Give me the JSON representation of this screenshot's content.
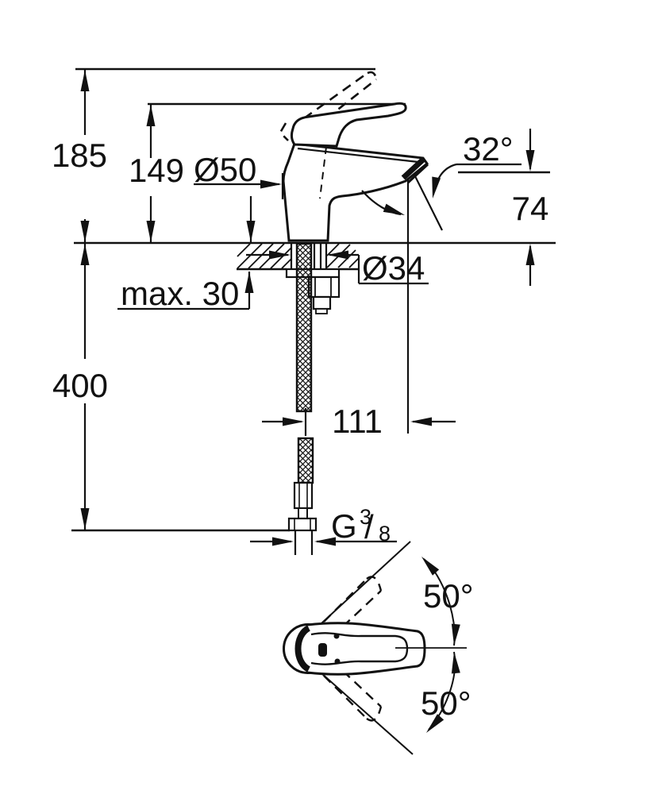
{
  "drawing": {
    "background": "#ffffff",
    "line_color": "#111111",
    "view": "single-lever basin mixer dimension drawing",
    "dims": {
      "overall_height": {
        "value": "185"
      },
      "handle_height": {
        "value": "149"
      },
      "base_diameter": {
        "value": "Ø50"
      },
      "spout_angle": {
        "value": "32°"
      },
      "outlet_height": {
        "value": "74"
      },
      "max_deck_thickness": {
        "value": "max. 30"
      },
      "hole_diameter": {
        "value": "Ø34"
      },
      "hose_length": {
        "value": "400"
      },
      "spout_reach": {
        "value": "111"
      },
      "thread": {
        "prefix": "G",
        "numerator": "3",
        "slash": "/",
        "denominator": "8"
      },
      "handle_swing_up": {
        "value": "50°"
      },
      "handle_swing_down": {
        "value": "50°"
      }
    }
  }
}
